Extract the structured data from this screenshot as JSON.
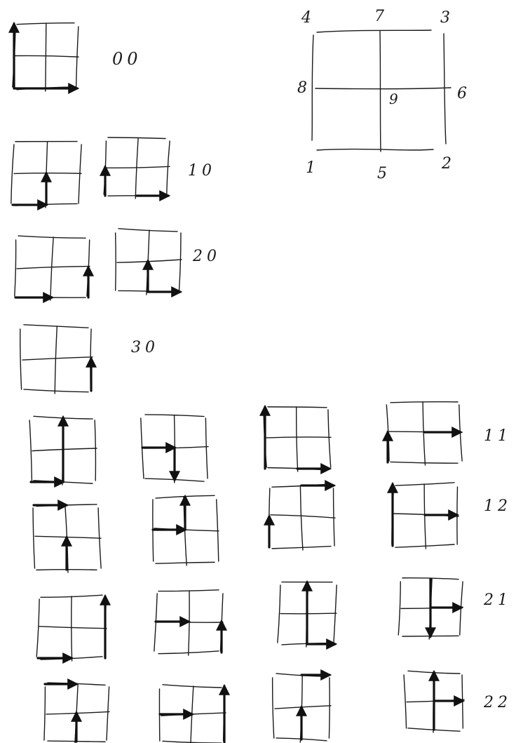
{
  "reference": {
    "corner_labels": {
      "1": "1",
      "2": "2",
      "3": "3",
      "4": "4"
    },
    "edge_labels": {
      "5": "5",
      "6": "6",
      "7": "7",
      "8": "8"
    },
    "center_label": "9"
  },
  "groups": [
    {
      "label": "00",
      "arrows": [
        [
          1,
          4
        ],
        [
          1,
          2
        ]
      ]
    },
    {
      "label": "10",
      "arrows": [
        [
          5,
          9
        ],
        [
          1,
          5
        ]
      ]
    },
    {
      "label": "10",
      "arrows": [
        [
          1,
          8
        ],
        [
          5,
          2
        ]
      ]
    },
    {
      "label": "20",
      "arrows": [
        [
          1,
          5
        ],
        [
          2,
          6
        ]
      ]
    },
    {
      "label": "20",
      "arrows": [
        [
          5,
          9
        ],
        [
          5,
          2
        ]
      ]
    },
    {
      "label": "30",
      "arrows": [
        [
          2,
          6
        ]
      ]
    },
    {
      "label": "11",
      "arrows": [
        [
          5,
          7
        ],
        [
          1,
          5
        ]
      ]
    },
    {
      "label": "11",
      "arrows": [
        [
          8,
          9
        ],
        [
          9,
          5
        ]
      ]
    },
    {
      "label": "11",
      "arrows": [
        [
          1,
          4
        ],
        [
          5,
          2
        ]
      ]
    },
    {
      "label": "11",
      "arrows": [
        [
          1,
          8
        ],
        [
          9,
          6
        ]
      ]
    },
    {
      "label": "12",
      "arrows": [
        [
          4,
          7
        ],
        [
          5,
          9
        ]
      ]
    },
    {
      "label": "12",
      "arrows": [
        [
          8,
          9
        ],
        [
          9,
          7
        ]
      ]
    },
    {
      "label": "12",
      "arrows": [
        [
          7,
          3
        ],
        [
          1,
          8
        ]
      ]
    },
    {
      "label": "12",
      "arrows": [
        [
          1,
          4
        ],
        [
          9,
          6
        ]
      ]
    },
    {
      "label": "21",
      "arrows": [
        [
          2,
          3
        ],
        [
          1,
          5
        ]
      ]
    },
    {
      "label": "21",
      "arrows": [
        [
          8,
          9
        ],
        [
          2,
          6
        ]
      ]
    },
    {
      "label": "21",
      "arrows": [
        [
          5,
          7
        ],
        [
          5,
          2
        ]
      ]
    },
    {
      "label": "21",
      "arrows": [
        [
          9,
          6
        ],
        [
          7,
          5
        ]
      ]
    },
    {
      "label": "22",
      "arrows": [
        [
          4,
          7
        ],
        [
          5,
          9
        ]
      ]
    },
    {
      "label": "22",
      "arrows": [
        [
          8,
          9
        ],
        [
          2,
          3
        ]
      ]
    },
    {
      "label": "22",
      "arrows": [
        [
          7,
          3
        ],
        [
          5,
          9
        ]
      ]
    },
    {
      "label": "22",
      "arrows": [
        [
          9,
          6
        ],
        [
          5,
          7
        ]
      ]
    }
  ],
  "row_labels": [
    "00",
    "10",
    "20",
    "30",
    "11",
    "12",
    "21",
    "22"
  ]
}
